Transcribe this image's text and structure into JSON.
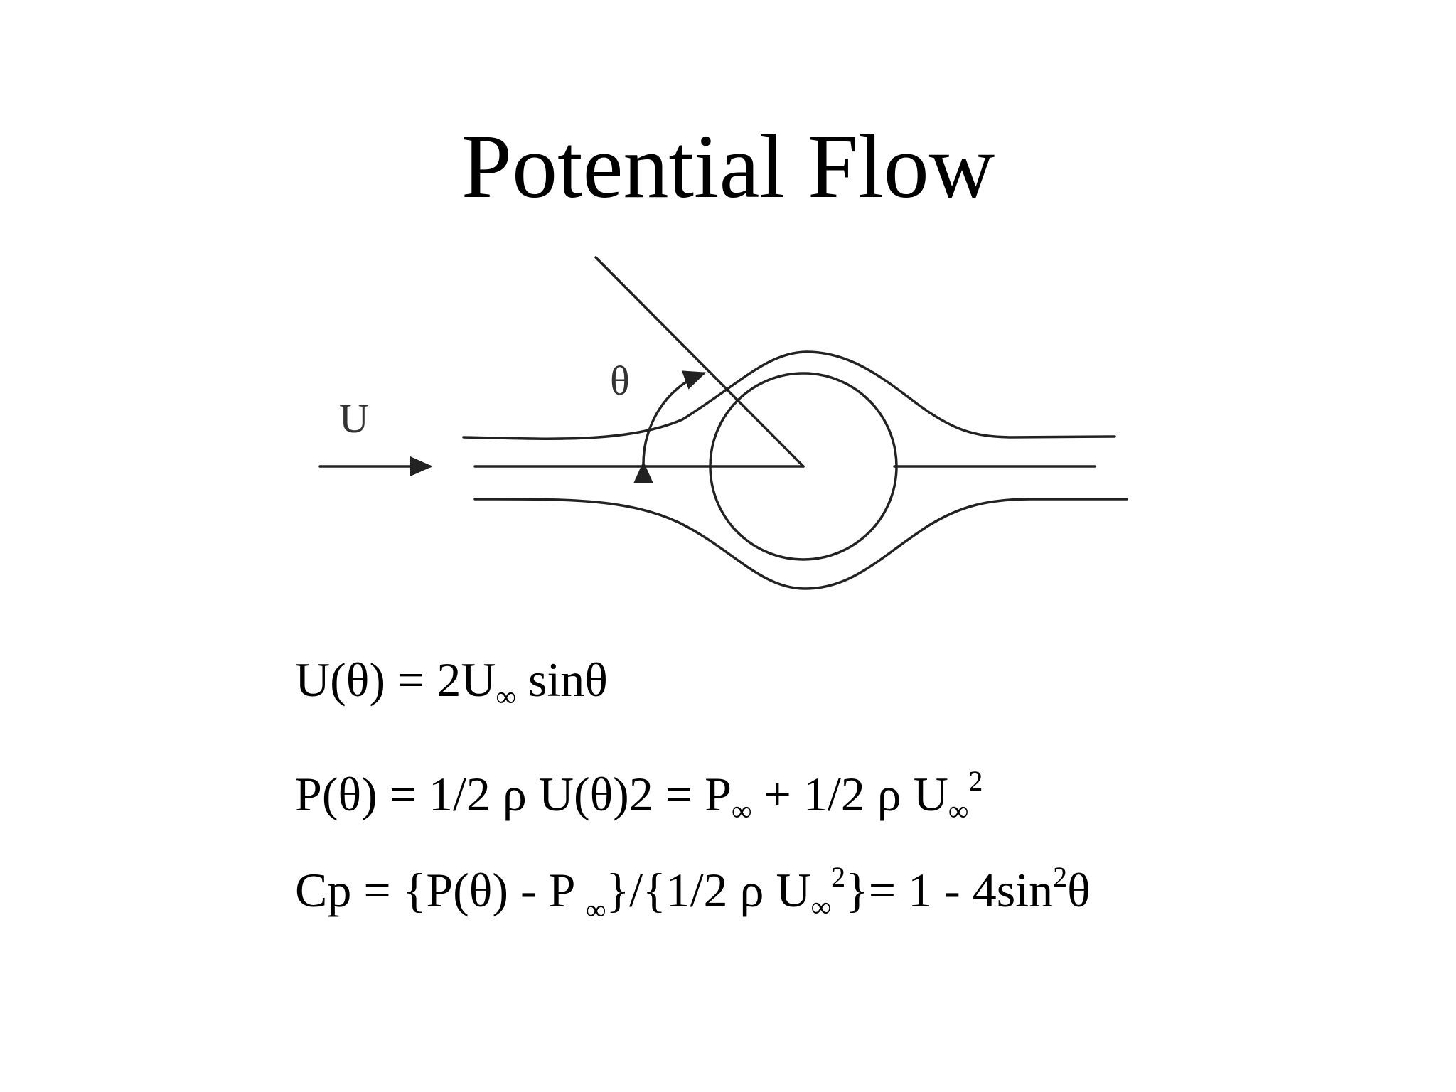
{
  "slide": {
    "title": "Potential Flow"
  },
  "diagram": {
    "labels": {
      "freestream": "U",
      "angle": "θ"
    },
    "stroke_color": "#222222"
  },
  "equations": {
    "eq1": {
      "lhs": "U(θ) = 2U",
      "sub": "∞",
      "rhs": " sinθ"
    },
    "eq2": {
      "part1": "P(θ) = 1/2 ρ U(θ)2 = P",
      "sub1": "∞",
      "part2": " + 1/2 ρ U",
      "sub2": "∞",
      "sup2": "2"
    },
    "eq3": {
      "part1": "Cp = {P(θ) - P ",
      "sub1": "∞",
      "part2": "}/{1/2 ρ U",
      "sub2": "∞",
      "sup2": "2",
      "part3": "}= 1 - 4sin",
      "sup3": "2",
      "part4": "θ"
    }
  }
}
